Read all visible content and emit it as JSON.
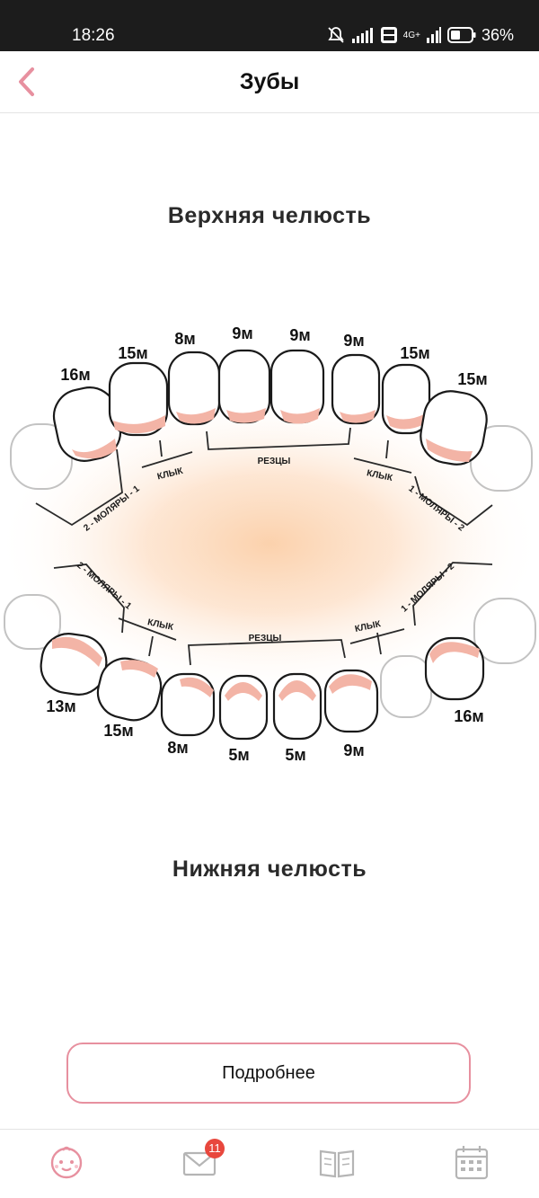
{
  "status_bar": {
    "time": "18:26",
    "network": "4G+",
    "battery": "36%"
  },
  "header": {
    "title": "Зубы"
  },
  "upper_jaw": {
    "title": "Верхняя челюсть",
    "teeth_months": [
      "16м",
      "15м",
      "8м",
      "9м",
      "9м",
      "9м",
      "15м",
      "15м"
    ],
    "groups": {
      "incisors": "РЕЗЦЫ",
      "canine_left": "КЛЫК",
      "canine_right": "КЛЫК",
      "molars_left": "2 - МОЛЯРЫ - 1",
      "molars_right": "1 - МОЛЯРЫ - 2"
    }
  },
  "lower_jaw": {
    "title": "Нижняя челюсть",
    "teeth_months": [
      "13м",
      "15м",
      "8м",
      "5м",
      "5м",
      "9м",
      "16м"
    ],
    "groups": {
      "incisors": "РЕЗЦЫ",
      "canine_left": "КЛЫК",
      "canine_right": "КЛЫК",
      "molars_left": "2 - МОЛЯРЫ - 1",
      "molars_right": "1 - МОЛЯРЫ - 2"
    }
  },
  "details_button": {
    "label": "Подробнее"
  },
  "tab_bar": {
    "messages_badge": "11"
  },
  "colors": {
    "accent": "#e7909f",
    "gum": "#f3b4a6",
    "glow": "#fbd3b3"
  }
}
